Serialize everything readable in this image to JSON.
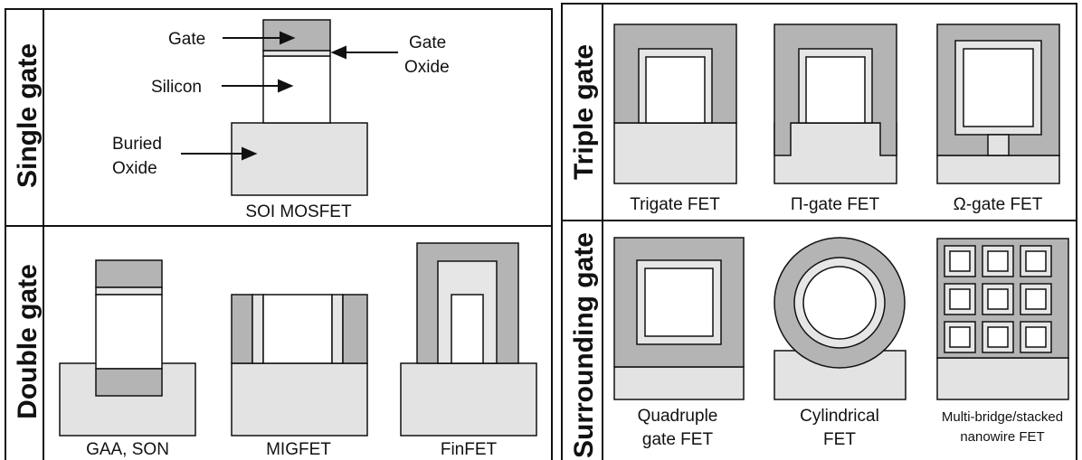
{
  "colors": {
    "gate": "#b4b4b4",
    "oxide": "#e6e6e6",
    "silicon": "#ffffff",
    "box": "#e3e3e3",
    "line": "#111111"
  },
  "left_panel": {
    "single_gate": {
      "side_label": "Single gate",
      "labels": {
        "gate": "Gate",
        "gate_oxide_1": "Gate",
        "gate_oxide_2": "Oxide",
        "silicon": "Silicon",
        "buried_oxide_1": "Buried",
        "buried_oxide_2": "Oxide"
      },
      "caption": "SOI MOSFET"
    },
    "double_gate": {
      "side_label": "Double gate",
      "captions": [
        "GAA, SON",
        "MIGFET",
        "FinFET"
      ]
    }
  },
  "right_panel": {
    "triple_gate": {
      "side_label": "Triple gate",
      "captions": [
        "Trigate FET",
        "Π-gate FET",
        "Ω-gate FET"
      ]
    },
    "surrounding_gate": {
      "side_label": "Surrounding gate",
      "captions": [
        {
          "line1": "Quadruple",
          "line2": "gate FET"
        },
        {
          "line1": "Cylindrical",
          "line2": "FET"
        },
        {
          "line1": "Multi-bridge/stacked",
          "line2": "nanowire FET"
        }
      ]
    }
  }
}
